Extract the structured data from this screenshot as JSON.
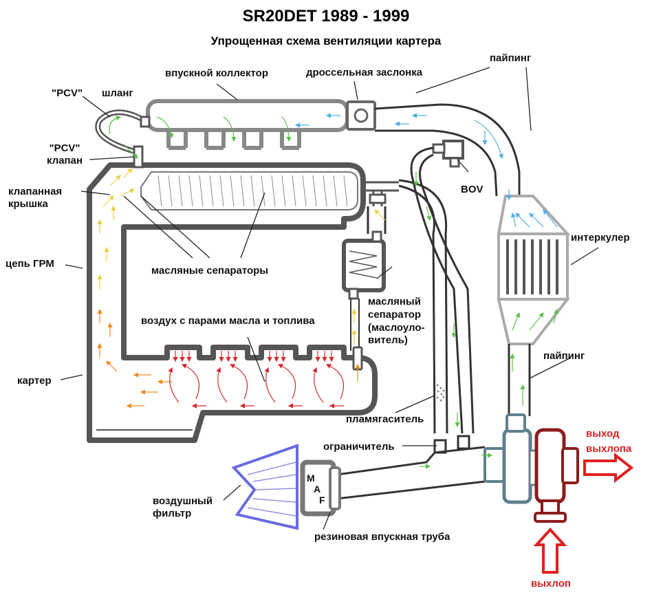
{
  "title": "SR20DET 1989 - 1999",
  "subtitle": "Упрощенная схема вентиляции картера",
  "labels": {
    "intake_manifold": "впускной коллектор",
    "throttle": "дроссельная заслонка",
    "piping_top": "пайпинг",
    "pcv_hose_quote": "\"PCV\"",
    "pcv_hose_word": "шланг",
    "pcv_valve": "\"PCV\"\nклапан",
    "valve_cover": "клапанная\nкрышка",
    "bov": "BOV",
    "intercooler": "интеркулер",
    "timing_chain": "цепь ГРМ",
    "oil_separators": "масляные сепараторы",
    "oil_catch": "масляный\nсепаратор\n(маслоуло-\nвитель)",
    "blowby": "воздух с парами масла и топлива",
    "piping_bottom": "пайпинг",
    "crankcase": "картер",
    "flame_arrester": "пламягаситель",
    "restrictor": "ограничитель",
    "exhaust_out": "выход\nвыхлопа",
    "air_filter": "воздушный\nфильтр",
    "maf_m": "M",
    "maf_a": "A",
    "maf_f": "F",
    "intake_pipe": "резиновая впускная труба",
    "exhaust_in": "выхлоп"
  },
  "colors": {
    "outline": "#555555",
    "inner": "#ffffff",
    "airflow_blue": "#4fb0e0",
    "airflow_green": "#5cc04a",
    "blowby_red": "#d42a2a",
    "blowby_orange": "#f08a20",
    "blowby_yellow": "#e8d040",
    "turbo_steel": "#5f7f8c",
    "turbo_red": "#8c1c1c",
    "filter_blue": "#6a6ae0",
    "arrow_red": "#e02020"
  },
  "icons": {
    "exhaust_out_arrow": "arrow-right-icon",
    "exhaust_in_arrow": "arrow-up-icon"
  }
}
